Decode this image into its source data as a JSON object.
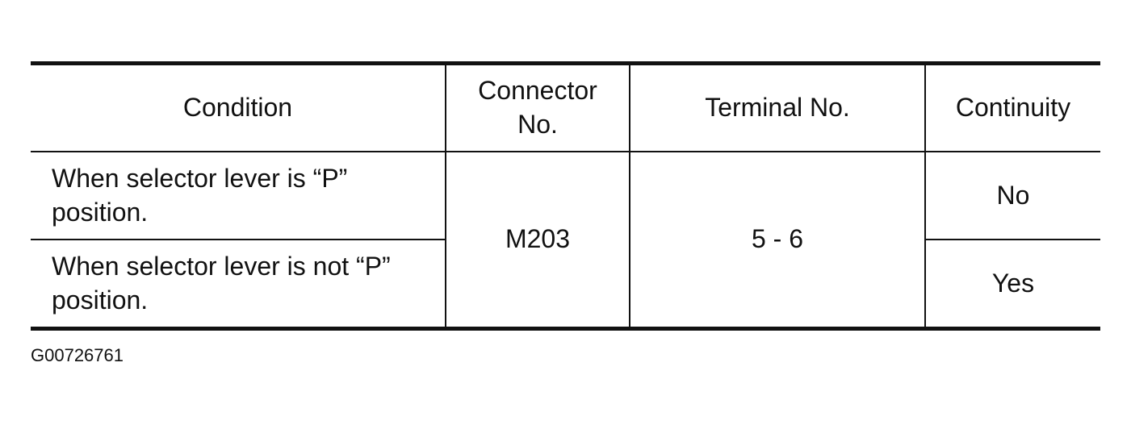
{
  "table": {
    "headers": {
      "condition": "Condition",
      "connector": "Connector\nNo.",
      "terminal": "Terminal No.",
      "continuity": "Continuity"
    },
    "connector_no": "M203",
    "terminal_no": "5 - 6",
    "rows": [
      {
        "condition": "When selector lever is “P” position.",
        "continuity": "No"
      },
      {
        "condition": "When selector lever is not “P” position.",
        "continuity": "Yes"
      }
    ]
  },
  "figure_id": "G00726761"
}
